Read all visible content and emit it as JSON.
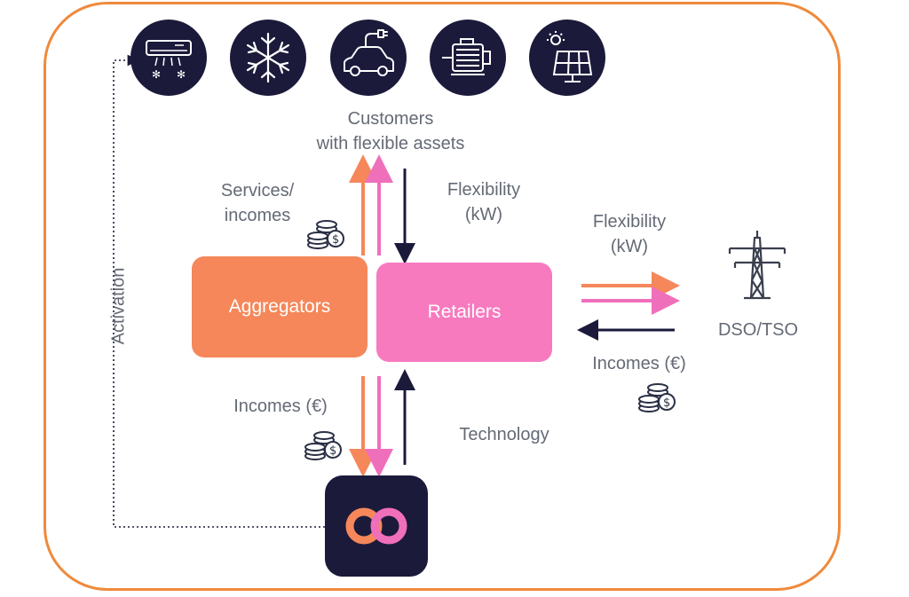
{
  "assets": [
    {
      "name": "air-conditioner-icon"
    },
    {
      "name": "snowflake-icon"
    },
    {
      "name": "electric-car-icon"
    },
    {
      "name": "motor-icon"
    },
    {
      "name": "solar-panel-icon"
    }
  ],
  "labels": {
    "customers_line1": "Customers",
    "customers_line2": "with flexible assets",
    "services_line1": "Services/",
    "services_line2": "incomes",
    "flex_top_line1": "Flexibility",
    "flex_top_line2": "(kW)",
    "flex_right_line1": "Flexibility",
    "flex_right_line2": "(kW)",
    "aggregators": "Aggregators",
    "retailers": "Retailers",
    "dso_tso": "DSO/TSO",
    "incomes_right": "Incomes (€)",
    "incomes_bottom": "Incomes (€)",
    "technology": "Technology",
    "activation": "Activation"
  },
  "colors": {
    "frame": "#ef8a3c",
    "aggregators": "#f5875a",
    "retailers": "#f77abf",
    "navy": "#1b1a3b",
    "orange_arrow": "#f5875a",
    "pink_arrow": "#f06fbb"
  }
}
